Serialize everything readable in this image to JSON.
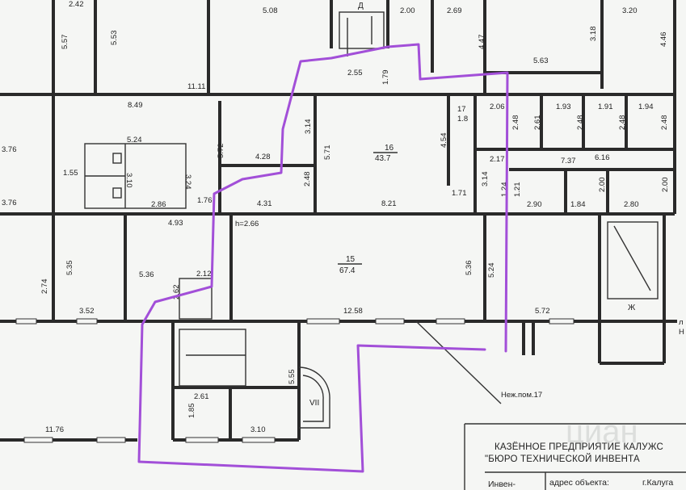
{
  "labels": {
    "dims": [
      "2.42",
      "5.08",
      "2.00",
      "2.69",
      "3.20",
      "5.57",
      "5.53",
      "4.47",
      "3.18",
      "4.46",
      "5.63",
      "11.11",
      "2.55",
      "1.79",
      "8.49",
      "1.8",
      "2.06",
      "1.93",
      "1.91",
      "1.94",
      "2.48",
      "2.48",
      "2.48",
      "2.48",
      "2.61",
      "3.76",
      "5.24",
      "3.14",
      "5.72",
      "4.28",
      "5.71",
      "4.54",
      "2.17",
      "7.37",
      "6.16",
      "1.55",
      "3.10",
      "3.24",
      "2.48",
      "3.14",
      "1.24",
      "1.21",
      "2.00",
      "2.00",
      "3.76",
      "2.86",
      "1.76",
      "4.31",
      "8.21",
      "1.71",
      "2.90",
      "1.84",
      "2.80",
      "4.93",
      "5.35",
      "5.36",
      "2.12",
      "5.36",
      "5.24",
      "2.74",
      "2.62",
      "3.52",
      "12.58",
      "5.72",
      "5.55",
      "2.61",
      "1.85",
      "11.76",
      "3.10"
    ],
    "room_16_num": "16",
    "room_16_area": "43.7",
    "room_17_num": "17",
    "room_15_num": "15",
    "room_15_area": "67.4",
    "height": "h=2.66",
    "letter_d": "Д",
    "letter_zh": "Ж",
    "room_vii": "VII",
    "callout": "Неж.пом.17",
    "side_l": "л",
    "side_n": "Н"
  },
  "title_block": {
    "line1": "КАЗЁННОЕ ПРЕДПРИЯТИЕ КАЛУЖС",
    "line2": "\"БЮРО ТЕХНИЧЕСКОЙ ИНВЕНТА",
    "inv": "Инвен-",
    "address_label": "адрес объекта:",
    "address_value": "г.Калуга"
  },
  "watermark": "циан",
  "colors": {
    "route": "#a24fd8",
    "walls": "#2a2a2a",
    "paper": "#f5f6f4"
  }
}
